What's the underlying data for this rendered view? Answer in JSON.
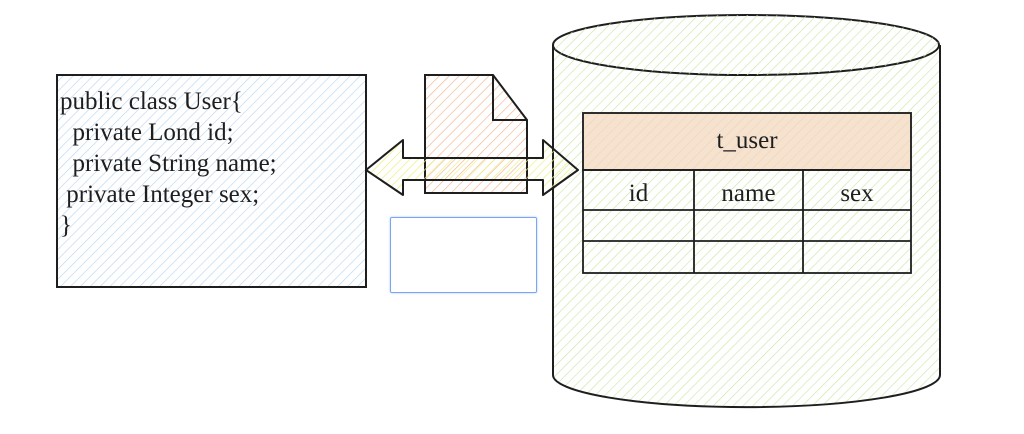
{
  "class_box": {
    "lines": [
      "public class User{",
      "  private Lond id;",
      "  private String name;",
      " private Integer sex;",
      "}"
    ]
  },
  "table": {
    "name": "t_user",
    "columns": [
      "id",
      "name",
      "sex"
    ]
  },
  "colors": {
    "class_fill": "#a5d8ff",
    "doc_fill": "#ffc9a9",
    "db_fill": "#b2f2bb",
    "arrow_fill": "#ffec99",
    "table_header": "#f5e3cf"
  }
}
